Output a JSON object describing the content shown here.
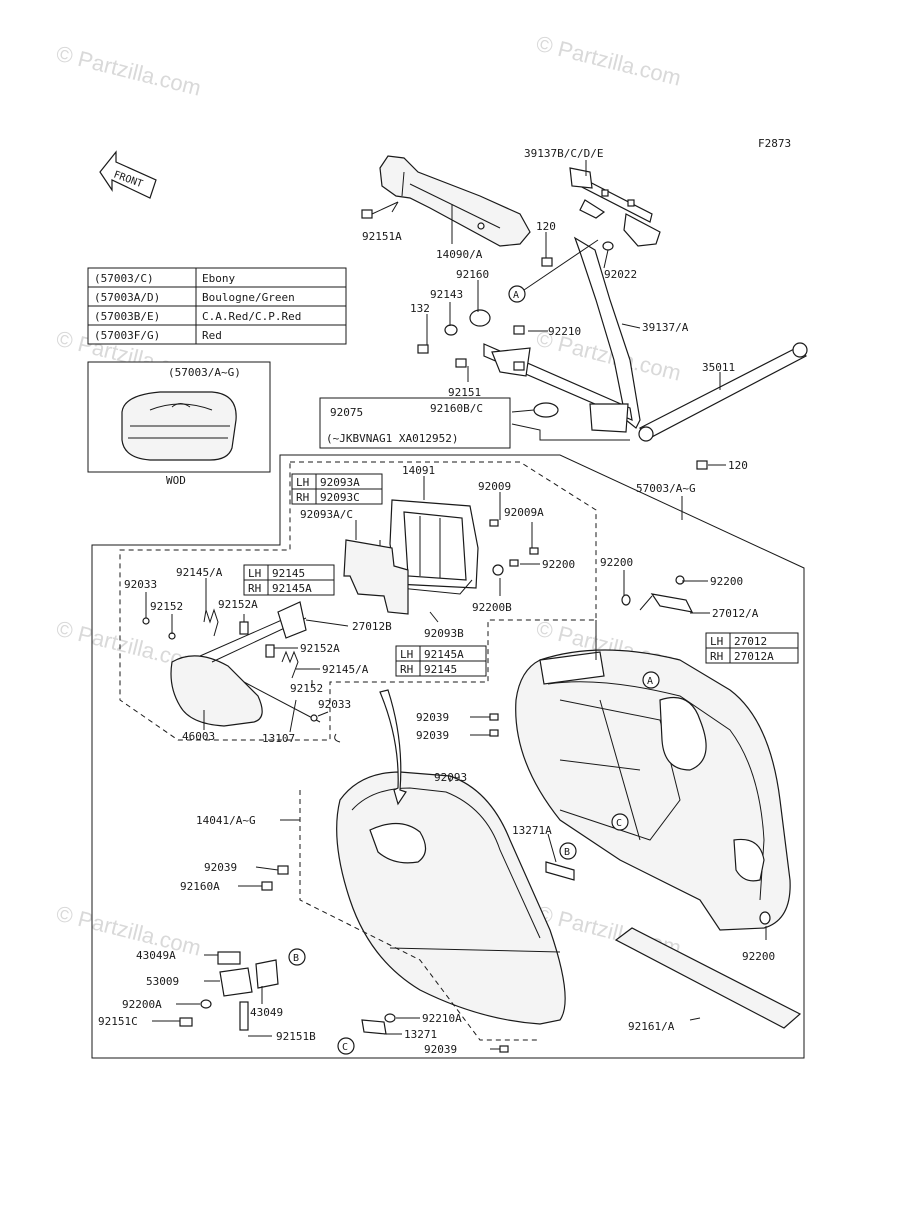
{
  "figure_code": "F2873",
  "watermark": "© Partzilla.com",
  "front_label": "FRONT",
  "color_table": [
    {
      "code": "(57003/C)",
      "color": "Ebony"
    },
    {
      "code": "(57003A/D)",
      "color": "Boulogne/Green"
    },
    {
      "code": "(57003B/E)",
      "color": "C.A.Red/C.P.Red"
    },
    {
      "code": "(57003F/G)",
      "color": "Red"
    }
  ],
  "inset": {
    "label": "(57003/A~G)",
    "caption": "WOD"
  },
  "serial_note": {
    "part": "92075",
    "note": "(~JKBVNAG1 XA012952)"
  },
  "lr_tables": {
    "t1": [
      {
        "side": "LH",
        "part": "92093A"
      },
      {
        "side": "RH",
        "part": "92093C"
      }
    ],
    "t2": [
      {
        "side": "LH",
        "part": "92145"
      },
      {
        "side": "RH",
        "part": "92145A"
      }
    ],
    "t3": [
      {
        "side": "LH",
        "part": "92145A"
      },
      {
        "side": "RH",
        "part": "92145"
      }
    ],
    "t4": [
      {
        "side": "LH",
        "part": "27012"
      },
      {
        "side": "RH",
        "part": "27012A"
      }
    ]
  },
  "callouts": {
    "A": "A",
    "B": "B",
    "C": "C"
  },
  "labels": {
    "l39137b": "39137B/C/D/E",
    "l92151a": "92151A",
    "l14090": "14090/A",
    "l120a": "120",
    "l92160": "92160",
    "l92022": "92022",
    "l92143": "92143",
    "l132": "132",
    "l92210": "92210",
    "l39137a": "39137/A",
    "l92151": "92151",
    "l35011": "35011",
    "l92160b": "92160B/C",
    "l120b": "120",
    "l14091": "14091",
    "l92009": "92009",
    "l57003": "57003/A~G",
    "l92093ac": "92093A/C",
    "l92009a": "92009A",
    "l92200a": "92200",
    "l92200b": "92200",
    "l92200c": "92200",
    "l92200B": "92200B",
    "l27012a": "27012/A",
    "l92093b": "92093B",
    "l92033a": "92033",
    "l92145a": "92145/A",
    "l92152a": "92152",
    "l92152A1": "92152A",
    "l27012b": "27012B",
    "l92152A2": "92152A",
    "l92145a2": "92145/A",
    "l92152b": "92152",
    "l92033b": "92033",
    "l46003": "46003",
    "l13107": "13107",
    "l92039a": "92039",
    "l92039b": "92039",
    "l92093": "92093",
    "l14041": "14041/A~G",
    "l13271a": "13271A",
    "l92039c": "92039",
    "l92160a": "92160A",
    "l43049a": "43049A",
    "l53009": "53009",
    "l43049": "43049",
    "l92200A": "92200A",
    "l92151c": "92151C",
    "l92151b": "92151B",
    "l92210a": "92210A",
    "l13271": "13271",
    "l92039d": "92039",
    "l92200d": "92200",
    "l92161": "92161/A"
  }
}
